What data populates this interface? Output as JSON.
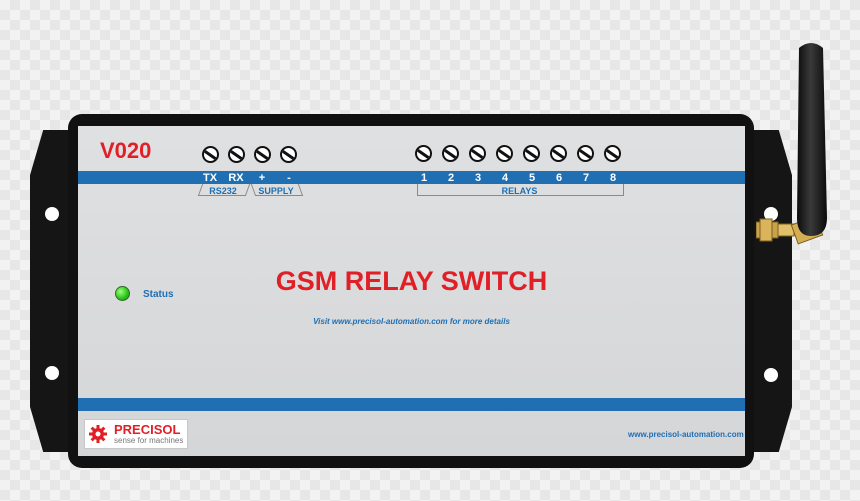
{
  "device": {
    "model": "V020",
    "title": "GSM RELAY SWITCH",
    "status_label": "Status",
    "visit_text": "Visit www.precisol-automation.com for more details",
    "website": "www.precisol-automation.com"
  },
  "terminals": {
    "rs232": [
      "TX",
      "RX"
    ],
    "rs232_group": "RS232",
    "supply": [
      "+",
      "-"
    ],
    "supply_group": "SUPPLY",
    "relays": [
      "1",
      "2",
      "3",
      "4",
      "5",
      "6",
      "7",
      "8"
    ],
    "relays_group": "RELAYS"
  },
  "logo": {
    "name": "PRECISOL",
    "tagline": "sense for machines"
  },
  "colors": {
    "accent_red": "#e01f26",
    "accent_blue": "#1f6fb2",
    "led_green": "#27c21a",
    "case": "#111111"
  },
  "icons": [
    "gear-icon",
    "screw-terminal-icon",
    "antenna-icon"
  ]
}
